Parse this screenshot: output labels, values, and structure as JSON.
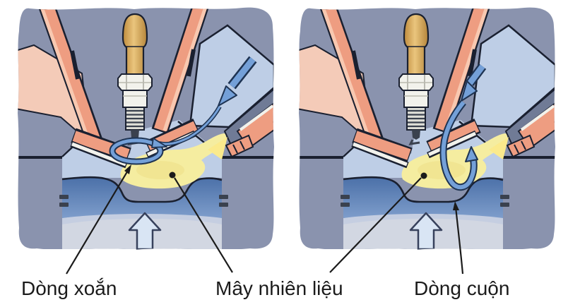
{
  "figure": {
    "description_labels": {
      "swirl": "Dòng xoắn",
      "fuel_cloud": "Mây nhiên liệu",
      "tumble": "Dòng cuộn"
    },
    "panels": [
      {
        "id": "panel-swirl",
        "flow": "swirl"
      },
      {
        "id": "panel-tumble",
        "flow": "tumble"
      }
    ]
  },
  "colors": {
    "head": "#8A93AE",
    "chamber": "#BECEE6",
    "pink": "#F4CBB8",
    "valve": "#EE9D81",
    "valvehi": "#F8C8B0",
    "dark": "#1A2030",
    "boot1": "#BE8A3C",
    "boot2": "#EAC57D",
    "boot3": "#B5853B",
    "white": "#F2F2EC",
    "thread": "#DFDFD8",
    "metal": "#3A414E",
    "cloud": "#F5EDA0",
    "cloud2": "#EDDF86",
    "spray": "#FBEA8C",
    "piston": "#7E9DCB",
    "pistondeep": "#4B70A8",
    "band": "#C5CEE1",
    "under": "#D2D7E2",
    "uparrow": "#D9E5F4",
    "uparrowstroke": "#37415C",
    "flow": "#74A0D8",
    "flowdark": "#1E3352",
    "sleeve": "#707B96",
    "ink": "#1B1B1B"
  }
}
